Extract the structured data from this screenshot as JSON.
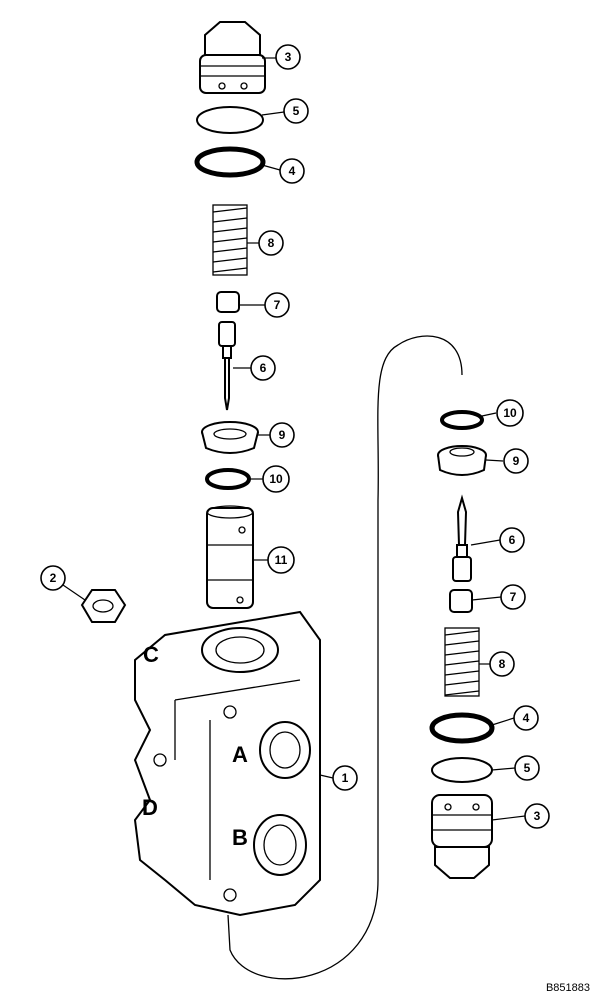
{
  "callouts": {
    "top_3": "3",
    "top_5": "5",
    "top_4": "4",
    "top_8": "8",
    "top_7": "7",
    "top_6": "6",
    "top_9": "9",
    "top_10": "10",
    "top_11": "11",
    "left_2": "2",
    "body_1": "1",
    "r_10": "10",
    "r_9": "9",
    "r_6": "6",
    "r_7": "7",
    "r_8": "8",
    "r_4": "4",
    "r_5": "5",
    "r_3": "3"
  },
  "port_labels": {
    "c": "C",
    "d": "D",
    "a": "A",
    "b": "B"
  },
  "doc_id": "B851883"
}
